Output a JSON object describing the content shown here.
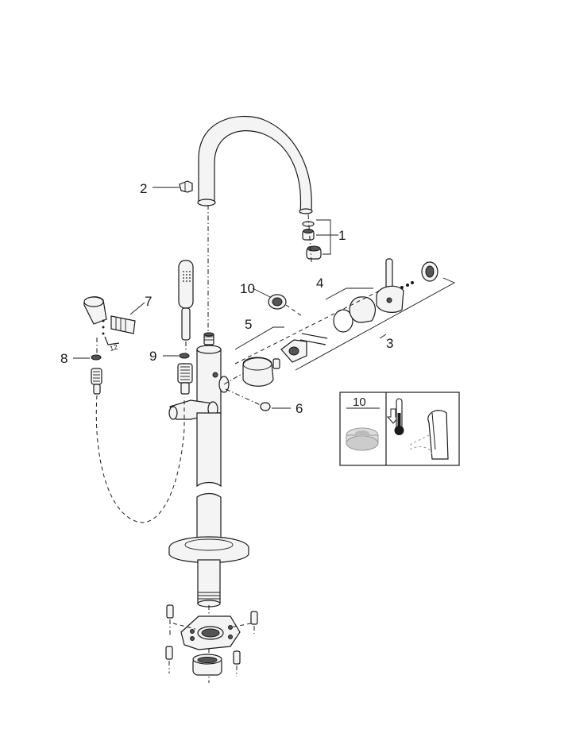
{
  "callouts": {
    "c1": "1",
    "c2": "2",
    "c3": "3",
    "c4": "4",
    "c5": "5",
    "c6": "6",
    "c7": "7",
    "c8": "8",
    "c9": "9",
    "c10": "10"
  },
  "tool_size": "12",
  "inset": {
    "label": "10"
  }
}
